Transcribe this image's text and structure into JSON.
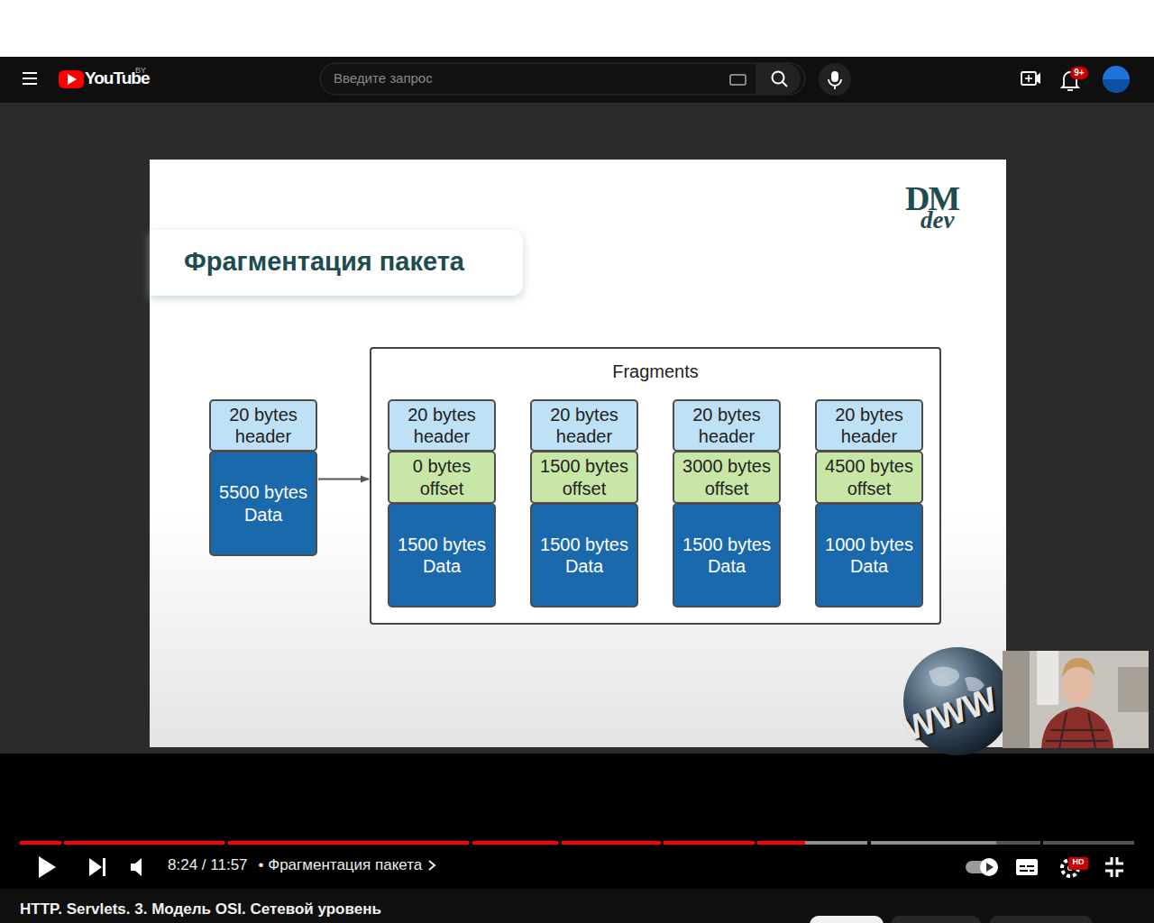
{
  "diagram": {
    "title": "Фрагментация пакета",
    "nodes": [
      {
        "text": [
          "20 bytes header"
        ]
      },
      {
        "text": [
          "5500 bytes Data"
        ]
      },
      {
        "text": [
          "Fragments"
        ]
      },
      {
        "text": [
          "20 bytes header"
        ],
        "in": 2
      },
      {
        "text": [
          "0 bytes offset"
        ],
        "in": 2
      },
      {
        "text": [
          "1500 bytes Data"
        ],
        "in": 2
      },
      {
        "text": [
          "20 bytes header"
        ],
        "in": 2
      },
      {
        "text": [
          "1500 bytes offset"
        ],
        "in": 2
      },
      {
        "text": [
          "1500 bytes Data"
        ],
        "in": 2
      },
      {
        "text": [
          "20 bytes header"
        ],
        "in": 2
      },
      {
        "text": [
          "3000 bytes offset"
        ],
        "in": 2
      },
      {
        "text": [
          "1500 bytes Data"
        ],
        "in": 2
      },
      {
        "text": [
          "20 bytes header"
        ],
        "in": 2
      },
      {
        "text": [
          "4500 bytes offset"
        ],
        "in": 2
      },
      {
        "text": [
          "1000 bytes Data"
        ],
        "in": 2
      }
    ],
    "edges": [
      {
        "from": 1,
        "to": 2,
        "arrow": "to"
      }
    ],
    "labels": [
      "YouTube",
      "BY",
      "Введите запрос",
      "9+",
      "DM",
      "dev",
      "WWW",
      "8:24 / 11:57",
      "• Фрагментация пакета",
      "HD",
      "HTTP. Servlets. 3. Модель OSI. Сетевой уровень"
    ]
  }
}
